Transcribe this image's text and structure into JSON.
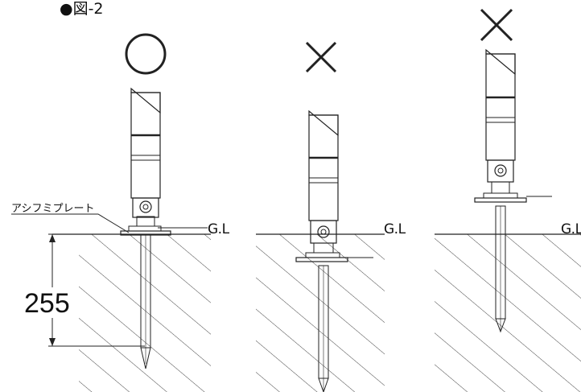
{
  "figure": {
    "title": "●図-2",
    "plate_label": "アシフミプレート",
    "depth_value": "255",
    "ground_label": "G.L"
  },
  "panels": [
    {
      "mark": "○",
      "ground_label": "G.L"
    },
    {
      "mark": "×",
      "ground_label": "G.L"
    },
    {
      "mark": "×",
      "ground_label": "G.L"
    }
  ]
}
